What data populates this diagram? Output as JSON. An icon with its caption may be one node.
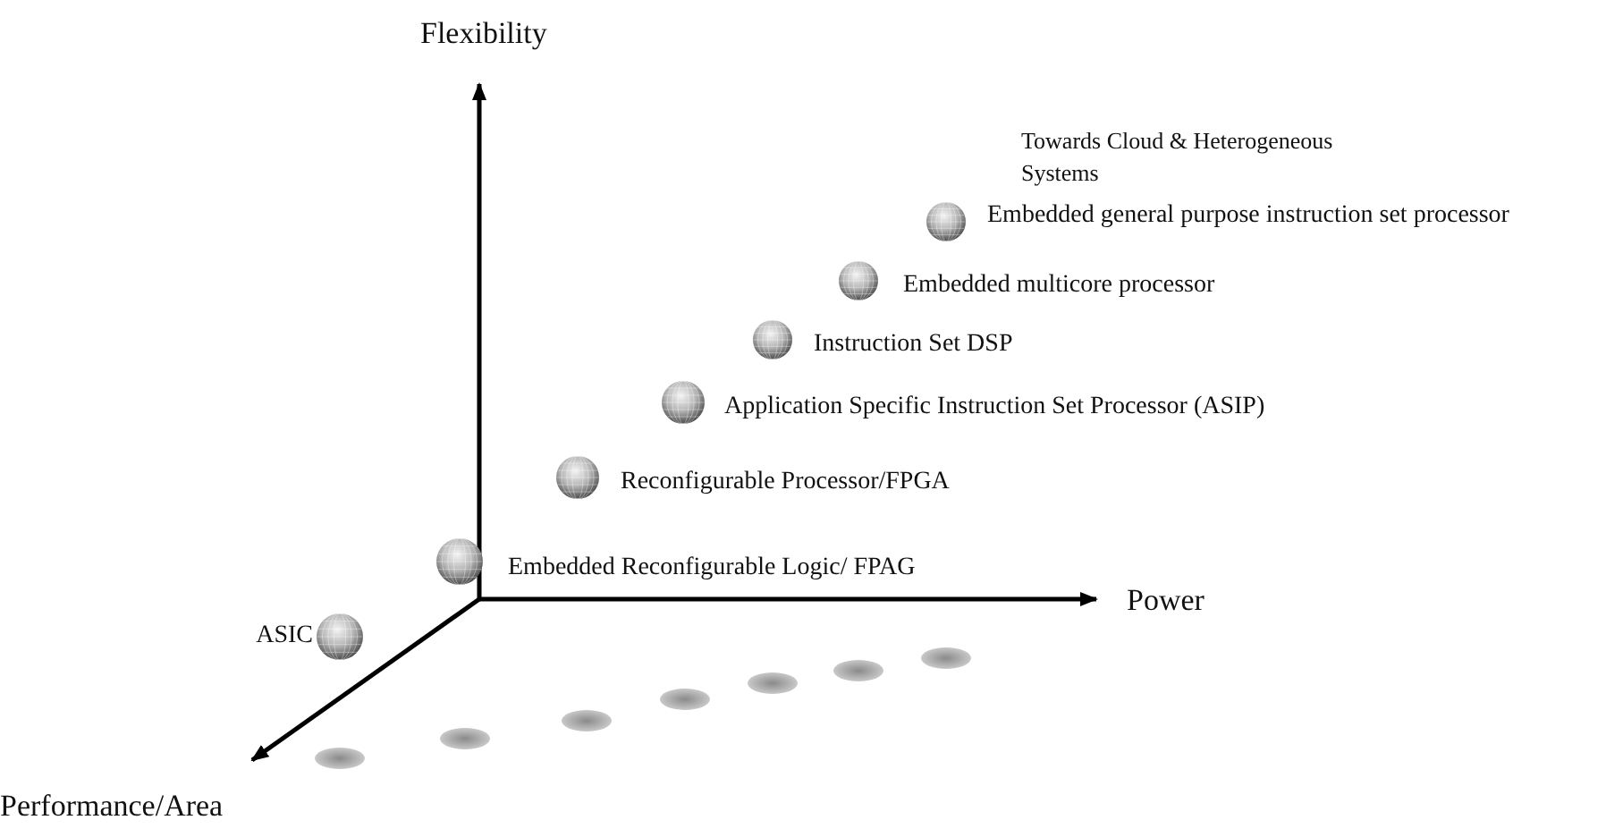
{
  "diagram": {
    "nodes": [
      {
        "text": [],
        "shape": "circle",
        "beside": [
          "ASIC"
        ]
      },
      {
        "text": [],
        "shape": "circle",
        "beside": [
          "Embedded Reconfigurable Logic/ FPAG"
        ]
      },
      {
        "text": [],
        "shape": "circle",
        "beside": [
          "Reconfigurable Processor/FPGA"
        ]
      },
      {
        "text": [],
        "shape": "circle",
        "beside": [
          "Application Specific Instruction Set Processor (ASIP)"
        ]
      },
      {
        "text": [],
        "shape": "circle",
        "beside": [
          "Instruction Set DSP"
        ]
      },
      {
        "text": [],
        "shape": "circle",
        "beside": [
          "Embedded multicore processor"
        ]
      },
      {
        "text": [],
        "shape": "circle",
        "beside": [
          "Embedded general purpose instruction set processor"
        ]
      }
    ],
    "labels": [
      "Flexibility",
      "Towards Cloud & Heterogeneous Systems",
      "Power",
      "Performance/Area"
    ]
  }
}
